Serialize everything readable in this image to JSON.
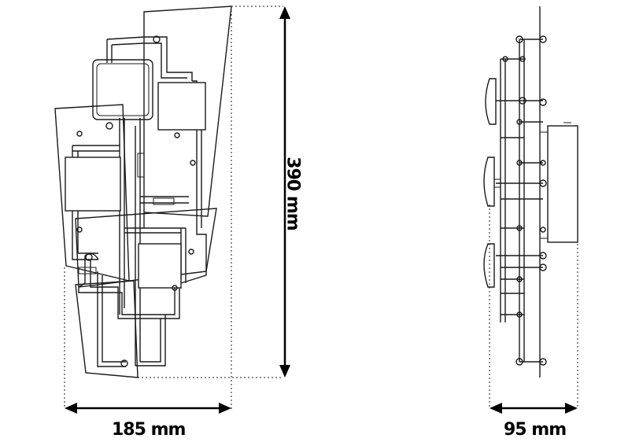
{
  "dimensions": {
    "height_label": "390 mm",
    "width_label": "185 mm",
    "depth_label": "95 mm"
  },
  "colors": {
    "line": "#1a1a1a",
    "background": "#ffffff"
  }
}
